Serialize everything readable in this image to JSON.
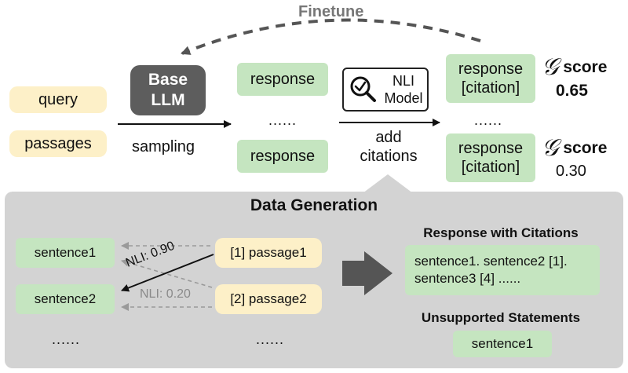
{
  "top": {
    "finetune_label": "Finetune",
    "inputs": {
      "query": "query",
      "passages": "passages"
    },
    "base_llm": {
      "line1": "Base",
      "line2": "LLM"
    },
    "sampling_label": "sampling",
    "responses": {
      "first": "response",
      "ellipsis": "......",
      "last": "response"
    },
    "nli_model": {
      "line1": "NLI",
      "line2": "Model",
      "icon": "magnifier-check-icon"
    },
    "add_citations": {
      "line1": "add",
      "line2": "citations"
    },
    "cited_responses": {
      "first": {
        "line1": "response",
        "line2": "[citation]"
      },
      "ellipsis": "......",
      "last": {
        "line1": "response",
        "line2": "[citation]"
      }
    },
    "scores": {
      "first": {
        "glyph": "𝒢",
        "label": "score",
        "value": "0.65"
      },
      "last": {
        "glyph": "𝒢",
        "label": "score",
        "value": "0.30"
      }
    }
  },
  "data_generation": {
    "title": "Data Generation",
    "sentences": [
      "sentence1",
      "sentence2"
    ],
    "sentences_ellipsis": "......",
    "passages": [
      "[1] passage1",
      "[2] passage2"
    ],
    "passages_ellipsis": "......",
    "nli_high": "NLI: 0.90",
    "nli_low": "NLI: 0.20",
    "response_with_citations": {
      "title": "Response with Citations",
      "line1": "sentence1. sentence2 [1].",
      "line2": "sentence3 [4] ......"
    },
    "unsupported": {
      "title": "Unsupported Statements",
      "item": "sentence1"
    }
  },
  "colors": {
    "yellow": "#fdf0c8",
    "green": "#c5e5c0",
    "dark": "#5d5d5d",
    "panel": "#d3d3d3",
    "arrow_gray": "#555555"
  }
}
